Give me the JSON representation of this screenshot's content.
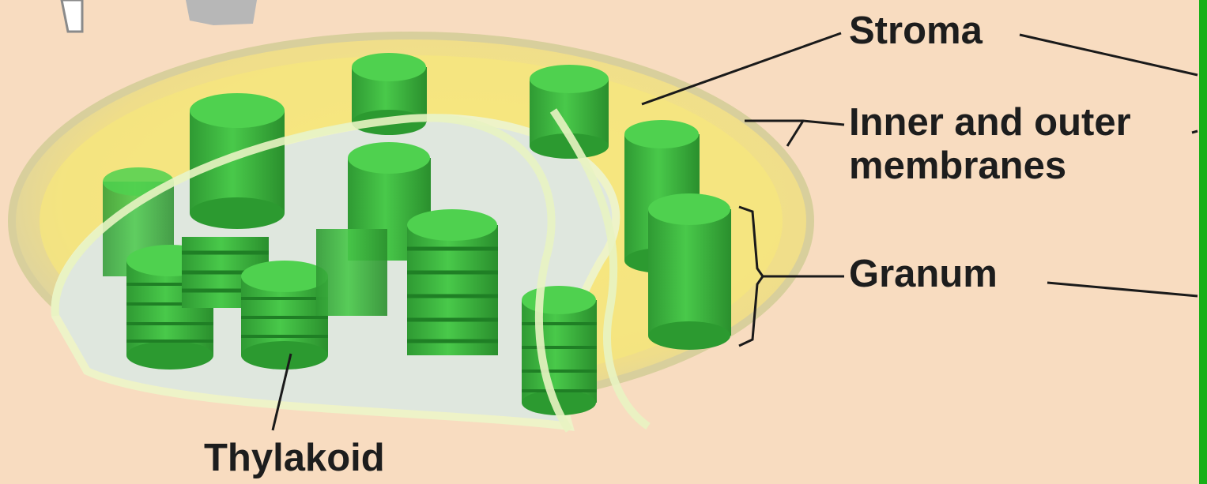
{
  "labels": {
    "stroma": "Stroma",
    "membranes_line1": "Inner and outer",
    "membranes_line2": "membranes",
    "granum": "Granum",
    "thylakoid": "Thylakoid"
  },
  "colors": {
    "background": "#f8dcc0",
    "membrane_outer": "#efe29a",
    "stroma_fill": "#f5e57d",
    "inner_cavity": "#dde6dc",
    "granum_green": "#3fbf3f",
    "granum_dark": "#1f8f28",
    "leader_line": "#1a1a1a",
    "frame_green": "#17b017"
  },
  "icons": [
    "pencil-icon",
    "gray-shape-icon"
  ]
}
